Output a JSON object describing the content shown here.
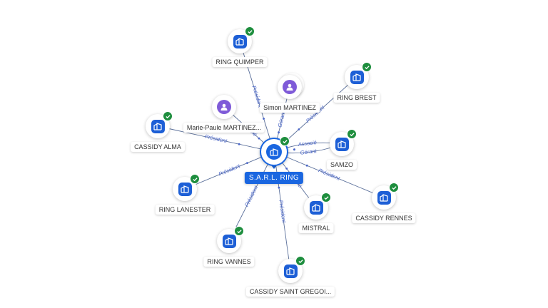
{
  "center": {
    "label": "S.A.R.L. RING",
    "icon": "company-icon",
    "verified": true
  },
  "nodes": [
    {
      "key": "ring-quimper",
      "label": "RING QUIMPER",
      "kind": "company",
      "verified": true
    },
    {
      "key": "simon-martinez",
      "label": "Simon MARTINEZ",
      "kind": "person",
      "verified": false
    },
    {
      "key": "ring-brest",
      "label": "RING BREST",
      "kind": "company",
      "verified": true
    },
    {
      "key": "marie-paule-martinez",
      "label": "Marie-Paule MARTINEZ...",
      "kind": "person",
      "verified": false
    },
    {
      "key": "cassidy-alma",
      "label": "CASSIDY ALMA",
      "kind": "company",
      "verified": true
    },
    {
      "key": "samzo",
      "label": "SAMZO",
      "kind": "company",
      "verified": true
    },
    {
      "key": "ring-lanester",
      "label": "RING LANESTER",
      "kind": "company",
      "verified": true
    },
    {
      "key": "cassidy-rennes",
      "label": "CASSIDY RENNES",
      "kind": "company",
      "verified": true
    },
    {
      "key": "mistral",
      "label": "MISTRAL",
      "kind": "company",
      "verified": true
    },
    {
      "key": "ring-vannes",
      "label": "RING VANNES",
      "kind": "company",
      "verified": true
    },
    {
      "key": "cassidy-saint-gregoire",
      "label": "CASSIDY SAINT GREGOI...",
      "kind": "company",
      "verified": true
    }
  ],
  "edges": [
    {
      "to": "ring-quimper",
      "label": "Président"
    },
    {
      "to": "simon-martinez",
      "label": "Gérant"
    },
    {
      "to": "ring-brest",
      "label": "Président"
    },
    {
      "to": "marie-paule-martinez",
      "label": "Associé"
    },
    {
      "to": "cassidy-alma",
      "label": "Président"
    },
    {
      "to": "samzo",
      "label": "Gérant"
    },
    {
      "to": "samzo",
      "label": "Associé"
    },
    {
      "to": "ring-lanester",
      "label": "Président"
    },
    {
      "to": "cassidy-rennes",
      "label": "Président"
    },
    {
      "to": "mistral",
      "label": "Associé"
    },
    {
      "to": "ring-vannes",
      "label": "Président"
    },
    {
      "to": "cassidy-saint-gregoire",
      "label": "Président"
    }
  ],
  "colors": {
    "company": "#1d5fd6",
    "person": "#7f5bd8",
    "verified": "#1e8e3e",
    "edge": "#5a6f9a",
    "edge_label": "#4a66c9"
  }
}
